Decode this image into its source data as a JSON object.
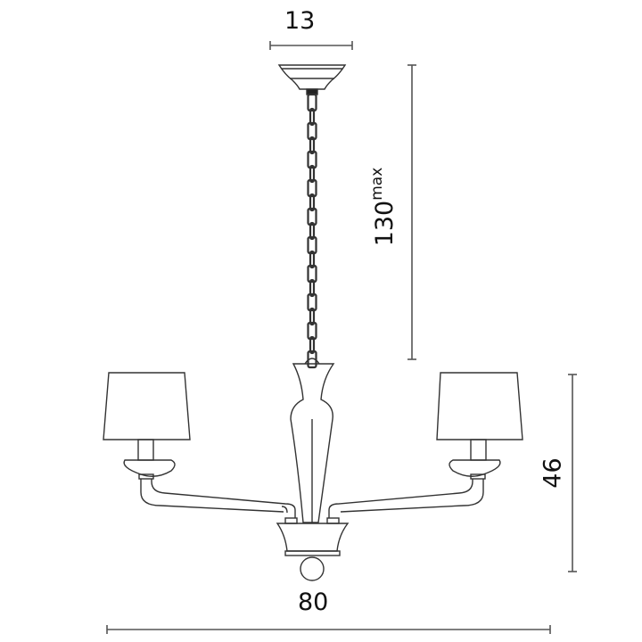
{
  "dimensions": {
    "canopy_width": "13",
    "drop_height": "130",
    "drop_height_suffix": "max",
    "body_height": "46",
    "overall_width": "80"
  },
  "colors": {
    "line": "#333333",
    "dim_line": "#555555"
  }
}
